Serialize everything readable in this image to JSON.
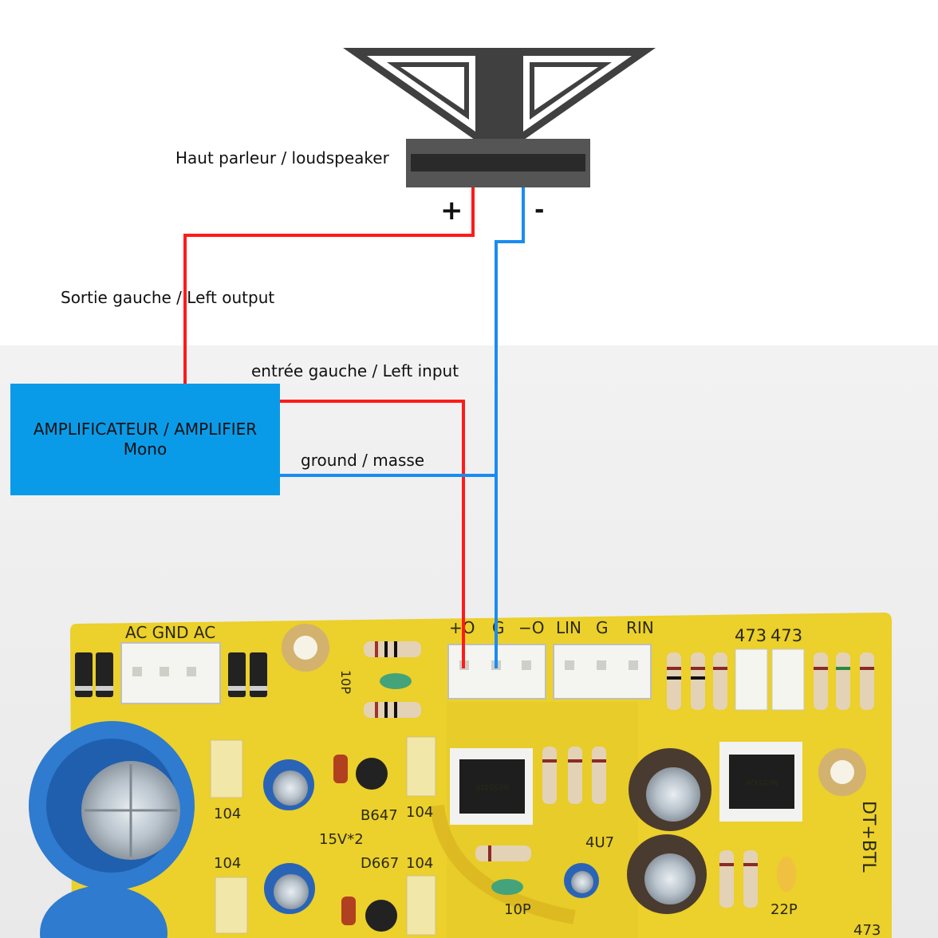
{
  "labels": {
    "speaker": "Haut parleur / loudspeaker",
    "plus": "+",
    "minus": "-",
    "left_output": "Sortie  gauche /  Left output",
    "left_input": "entrée gauche / Left input",
    "ground": "ground / masse"
  },
  "amplifier": {
    "line1": "AMPLIFICATEUR / AMPLIFIER",
    "line2": "Mono"
  },
  "pcb": {
    "ac_gnd_ac": "AC GND AC",
    "out_plus": "+O",
    "out_g": "G",
    "out_minus": "−O",
    "lin": "LIN",
    "in_g": "G",
    "rin": "RIN",
    "cap_473_a": "473",
    "cap_473_b": "473",
    "cap_10p_top": "10P",
    "cap_104_a": "104",
    "cap_104_b": "104",
    "cap_104_c": "104",
    "cap_104_d": "104",
    "b647": "B647",
    "d667": "D667",
    "supply": "15V*2",
    "cap_4u7": "4U7",
    "cap_10p_bottom": "10P",
    "cap_22p": "22P",
    "board_mark": "DT+BTL",
    "cap_473_bottom": "473",
    "ic_left": "NE5532P",
    "ic_right": "NE5532P"
  },
  "colors": {
    "positive_wire": "#ff1a1a",
    "negative_wire": "#1a8cf0",
    "amplifier_box": "#0a9be8",
    "pcb": "#ecd02b",
    "background_lower": "#eeeeee"
  }
}
